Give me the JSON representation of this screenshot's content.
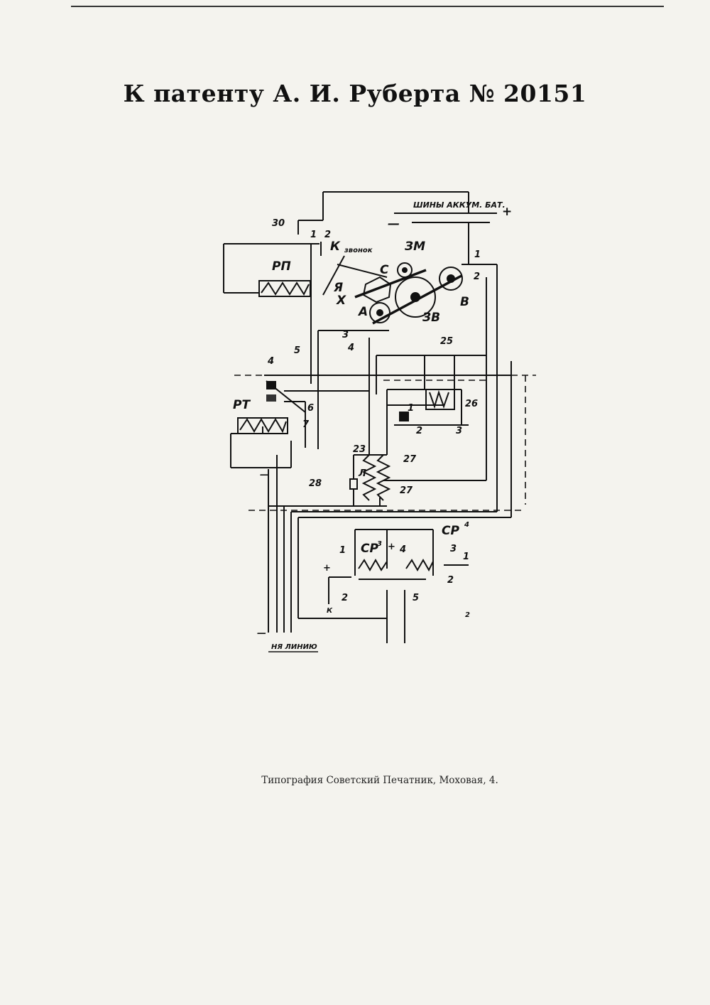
{
  "header": {
    "title": "К патенту А. И. Руберта № 20151"
  },
  "diagram": {
    "bus_label": "ШИНЫ АККУМ. БАТ.",
    "plus": "+",
    "minus": "—",
    "line_label": "НЯ ЛИНИЮ",
    "speaker_label": "звонок",
    "labels": {
      "rp": "РП",
      "rt": "РТ",
      "k": "К",
      "ya": "Я",
      "c": "С",
      "x": "Х",
      "zm": "ЗМ",
      "zv": "ЗВ",
      "a": "А",
      "v": "В",
      "n30": "30",
      "n1a": "1",
      "n2a": "2",
      "n1b": "1",
      "n2b": "2",
      "n3a": "3",
      "n4a": "4",
      "n4b": "4",
      "n5": "5",
      "n6": "6",
      "n7": "7",
      "n25": "25",
      "n26": "26",
      "n1c": "1",
      "n2c": "2",
      "n3c": "3",
      "n23": "23",
      "n27a": "27",
      "n27b": "27",
      "n28": "28",
      "il": "Л",
      "cp3": "СР",
      "cp3sup": "3",
      "cp4": "СР",
      "cp4sup": "4",
      "n1d": "1",
      "n2d": "2",
      "n4c": "4",
      "n5b": "5",
      "n3d": "3",
      "n1e": "1",
      "n2e": "2",
      "plus2": "+",
      "plus3": "+",
      "k2": "К",
      "two_mark": "2"
    }
  },
  "footer": {
    "imprint": "Типография Советский Печатник, Моховая, 4."
  }
}
